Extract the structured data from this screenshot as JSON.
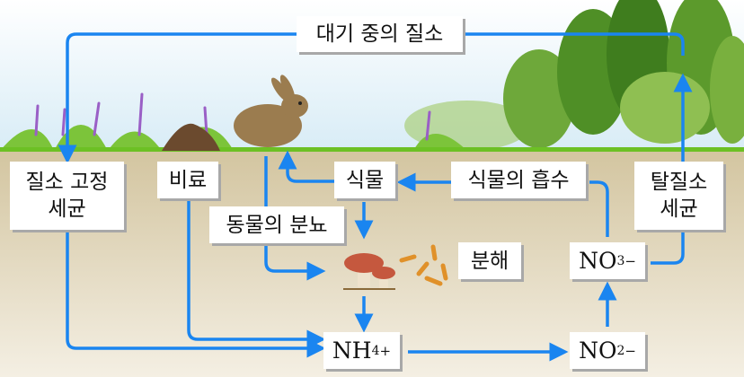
{
  "title": "대기 중의 질소",
  "nodes": {
    "atmosphere": "대기 중의 질소",
    "nitrogen_fixing_bacteria": [
      "질소 고정",
      "세균"
    ],
    "fertilizer": "비료",
    "plant": "식물",
    "animal_waste": "동물의 분뇨",
    "plant_absorption": "식물의 흡수",
    "denitrifying_bacteria": [
      "탈질소",
      "세균"
    ],
    "decomposition": "분해",
    "ammonium": {
      "base": "NH",
      "sub": "4",
      "sup": "+"
    },
    "nitrite": {
      "base": "NO",
      "sub": "2",
      "sup": "−"
    },
    "nitrate": {
      "base": "NO",
      "sub": "3",
      "sup": "−"
    }
  },
  "colors": {
    "arrow": "#1a85f0",
    "ground": "#6cc024",
    "soil_top": "#d5c7a3",
    "soil_bottom": "#f4efe2"
  }
}
